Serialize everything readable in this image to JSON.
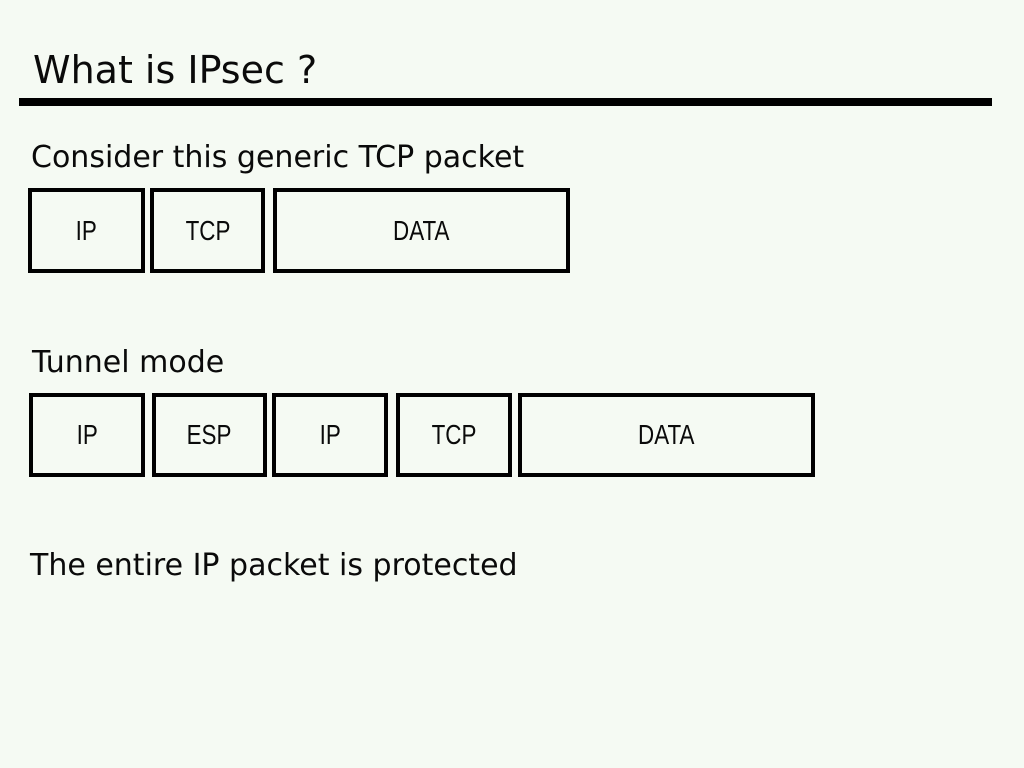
{
  "colors": {
    "background": "#f5faf3",
    "text": "#0a0a0a",
    "box_border": "#000000",
    "title_rule": "#000000"
  },
  "slide": {
    "title": "What is IPsec ?",
    "captions": {
      "generic": "Consider this generic TCP packet",
      "tunnel": "Tunnel mode",
      "protected": "The entire IP packet is protected"
    },
    "generic_packet": {
      "boxes": [
        {
          "label": "IP"
        },
        {
          "label": "TCP"
        },
        {
          "label": "DATA"
        }
      ]
    },
    "tunnel_packet": {
      "boxes": [
        {
          "label": "IP"
        },
        {
          "label": "ESP"
        },
        {
          "label": "IP"
        },
        {
          "label": "TCP"
        },
        {
          "label": "DATA"
        }
      ]
    }
  }
}
